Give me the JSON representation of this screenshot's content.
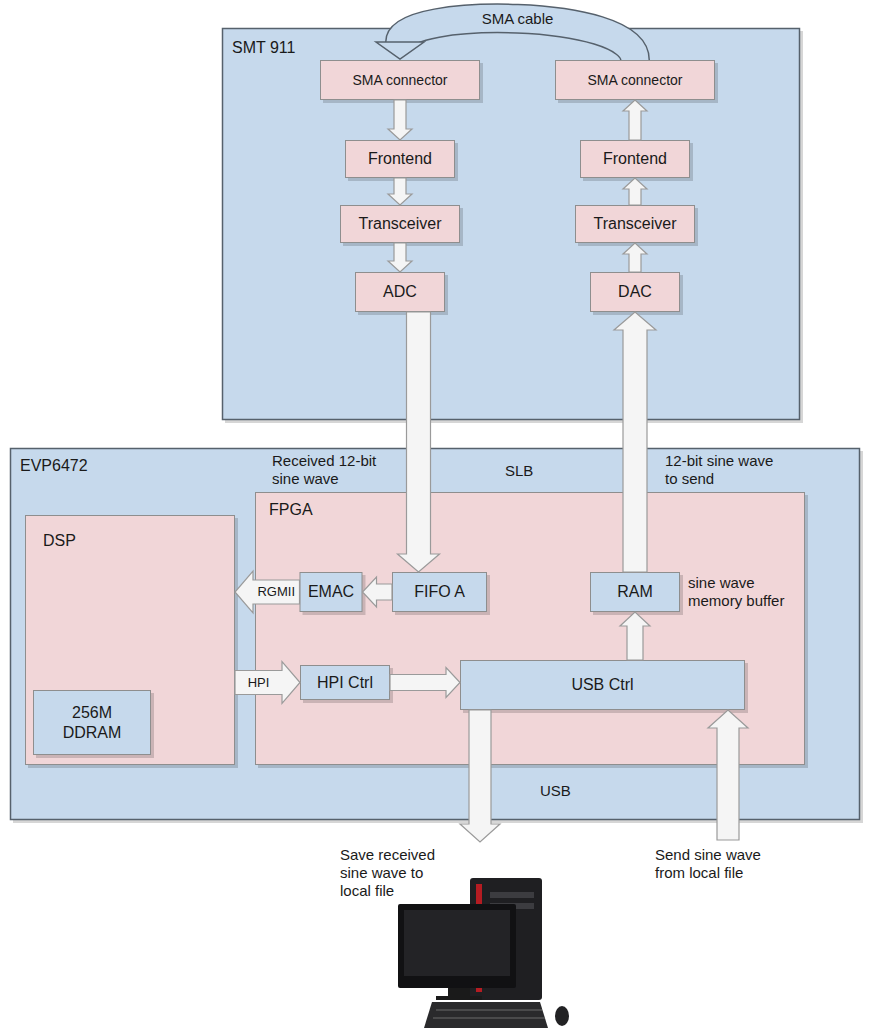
{
  "diagram": {
    "nodes": [
      {
        "text": [
          "SMT 911"
        ]
      },
      {
        "text": [
          "SMA connector"
        ],
        "in": 0
      },
      {
        "text": [
          "SMA connector"
        ],
        "in": 0
      },
      {
        "text": [
          "Frontend"
        ],
        "in": 0
      },
      {
        "text": [
          "Frontend"
        ],
        "in": 0
      },
      {
        "text": [
          "Transceiver"
        ],
        "in": 0
      },
      {
        "text": [
          "Transceiver"
        ],
        "in": 0
      },
      {
        "text": [
          "ADC"
        ],
        "in": 0
      },
      {
        "text": [
          "DAC"
        ],
        "in": 0
      },
      {
        "text": [
          "EVP6472"
        ]
      },
      {
        "text": [
          "DSP"
        ],
        "in": 9
      },
      {
        "text": [
          "256M DDRAM"
        ],
        "in": 10
      },
      {
        "text": [
          "FPGA"
        ],
        "in": 9
      },
      {
        "text": [
          "EMAC"
        ],
        "in": 12
      },
      {
        "text": [
          "FIFO A"
        ],
        "in": 12
      },
      {
        "text": [
          "RAM"
        ],
        "in": 12
      },
      {
        "text": [
          "HPI Ctrl"
        ],
        "in": 12
      },
      {
        "text": [
          "USB Ctrl"
        ],
        "in": 12
      }
    ],
    "edges": [
      {
        "from": 2,
        "to": 1,
        "arrow": "to",
        "label": "SMA cable"
      },
      {
        "from": 1,
        "to": 3,
        "arrow": "to"
      },
      {
        "from": 3,
        "to": 5,
        "arrow": "to"
      },
      {
        "from": 5,
        "to": 7,
        "arrow": "to"
      },
      {
        "from": 8,
        "to": 6,
        "arrow": "to"
      },
      {
        "from": 6,
        "to": 4,
        "arrow": "to"
      },
      {
        "from": 4,
        "to": 2,
        "arrow": "to"
      },
      {
        "from": 7,
        "to": 14,
        "arrow": "to",
        "label": "Received 12-bit sine wave"
      },
      {
        "from": 15,
        "to": 8,
        "arrow": "to",
        "label": "12-bit sine wave to send"
      },
      {
        "from": 14,
        "to": 13,
        "arrow": "to"
      },
      {
        "from": 13,
        "to": 10,
        "arrow": "to",
        "label": "RGMII"
      },
      {
        "from": 10,
        "to": 16,
        "arrow": "to",
        "label": "HPI"
      },
      {
        "from": 16,
        "to": 17,
        "arrow": "to"
      },
      {
        "from": 17,
        "to": 15,
        "arrow": "to"
      }
    ],
    "labels": [
      "SLB",
      "sine wave memory buffer",
      "USB",
      "Save received sine wave to local file",
      "Send sine wave from local file"
    ]
  }
}
